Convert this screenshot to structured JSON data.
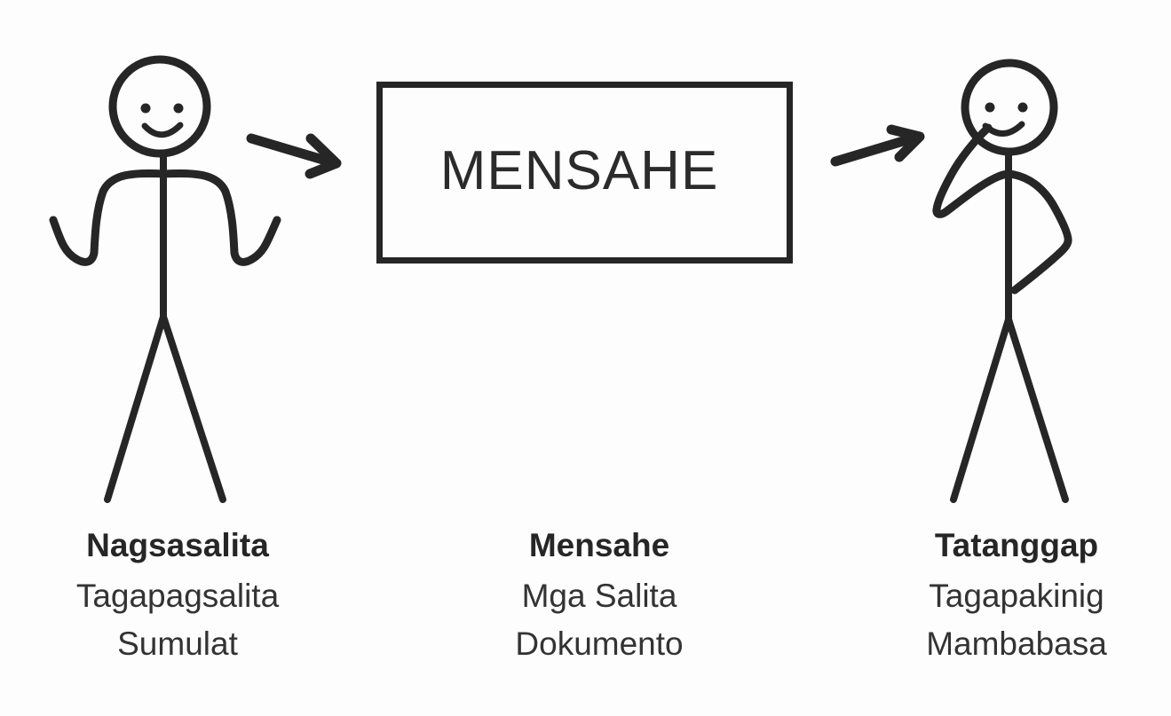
{
  "diagram": {
    "title": "Communication Process Diagram",
    "language": "Filipino",
    "background_color": "#fdfdfd",
    "stroke_color": "#262626",
    "message_box": {
      "label": "MENSAHE",
      "border_color": "#262626"
    },
    "arrows": [
      {
        "name": "arrow-speaker-to-message",
        "direction": "right"
      },
      {
        "name": "arrow-message-to-receiver",
        "direction": "right"
      }
    ],
    "figures": [
      {
        "name": "speaker-figure",
        "pose": "shrugging-talking"
      },
      {
        "name": "receiver-figure",
        "pose": "hand-to-ear-listening"
      }
    ],
    "columns": [
      {
        "id": "speaker",
        "title": "Nagsasalita",
        "lines": [
          "Tagapagsalita",
          "Sumulat"
        ]
      },
      {
        "id": "message",
        "title": "Mensahe",
        "lines": [
          "Mga Salita",
          "Dokumento"
        ]
      },
      {
        "id": "receiver",
        "title": "Tatanggap",
        "lines": [
          "Tagapakinig",
          "Mambabasa"
        ]
      }
    ]
  }
}
